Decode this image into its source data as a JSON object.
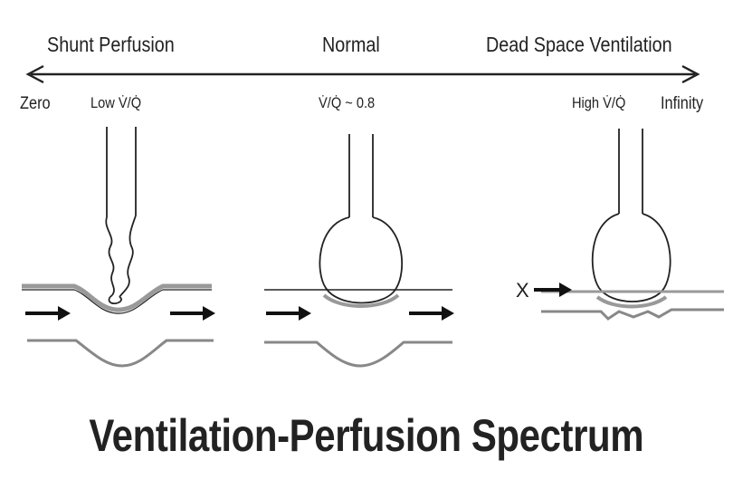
{
  "spectrum": {
    "left_label": "Shunt Perfusion",
    "center_label": "Normal",
    "right_label": "Dead Space Ventilation"
  },
  "scale": {
    "zero": "Zero",
    "low": "Low V̇/Q̇",
    "normal": "V̇/Q̇ ~ 0.8",
    "high": "High V̇/Q̇",
    "infinity": "Infinity"
  },
  "obstruction_marker": "X",
  "title": "Ventilation-Perfusion Spectrum"
}
